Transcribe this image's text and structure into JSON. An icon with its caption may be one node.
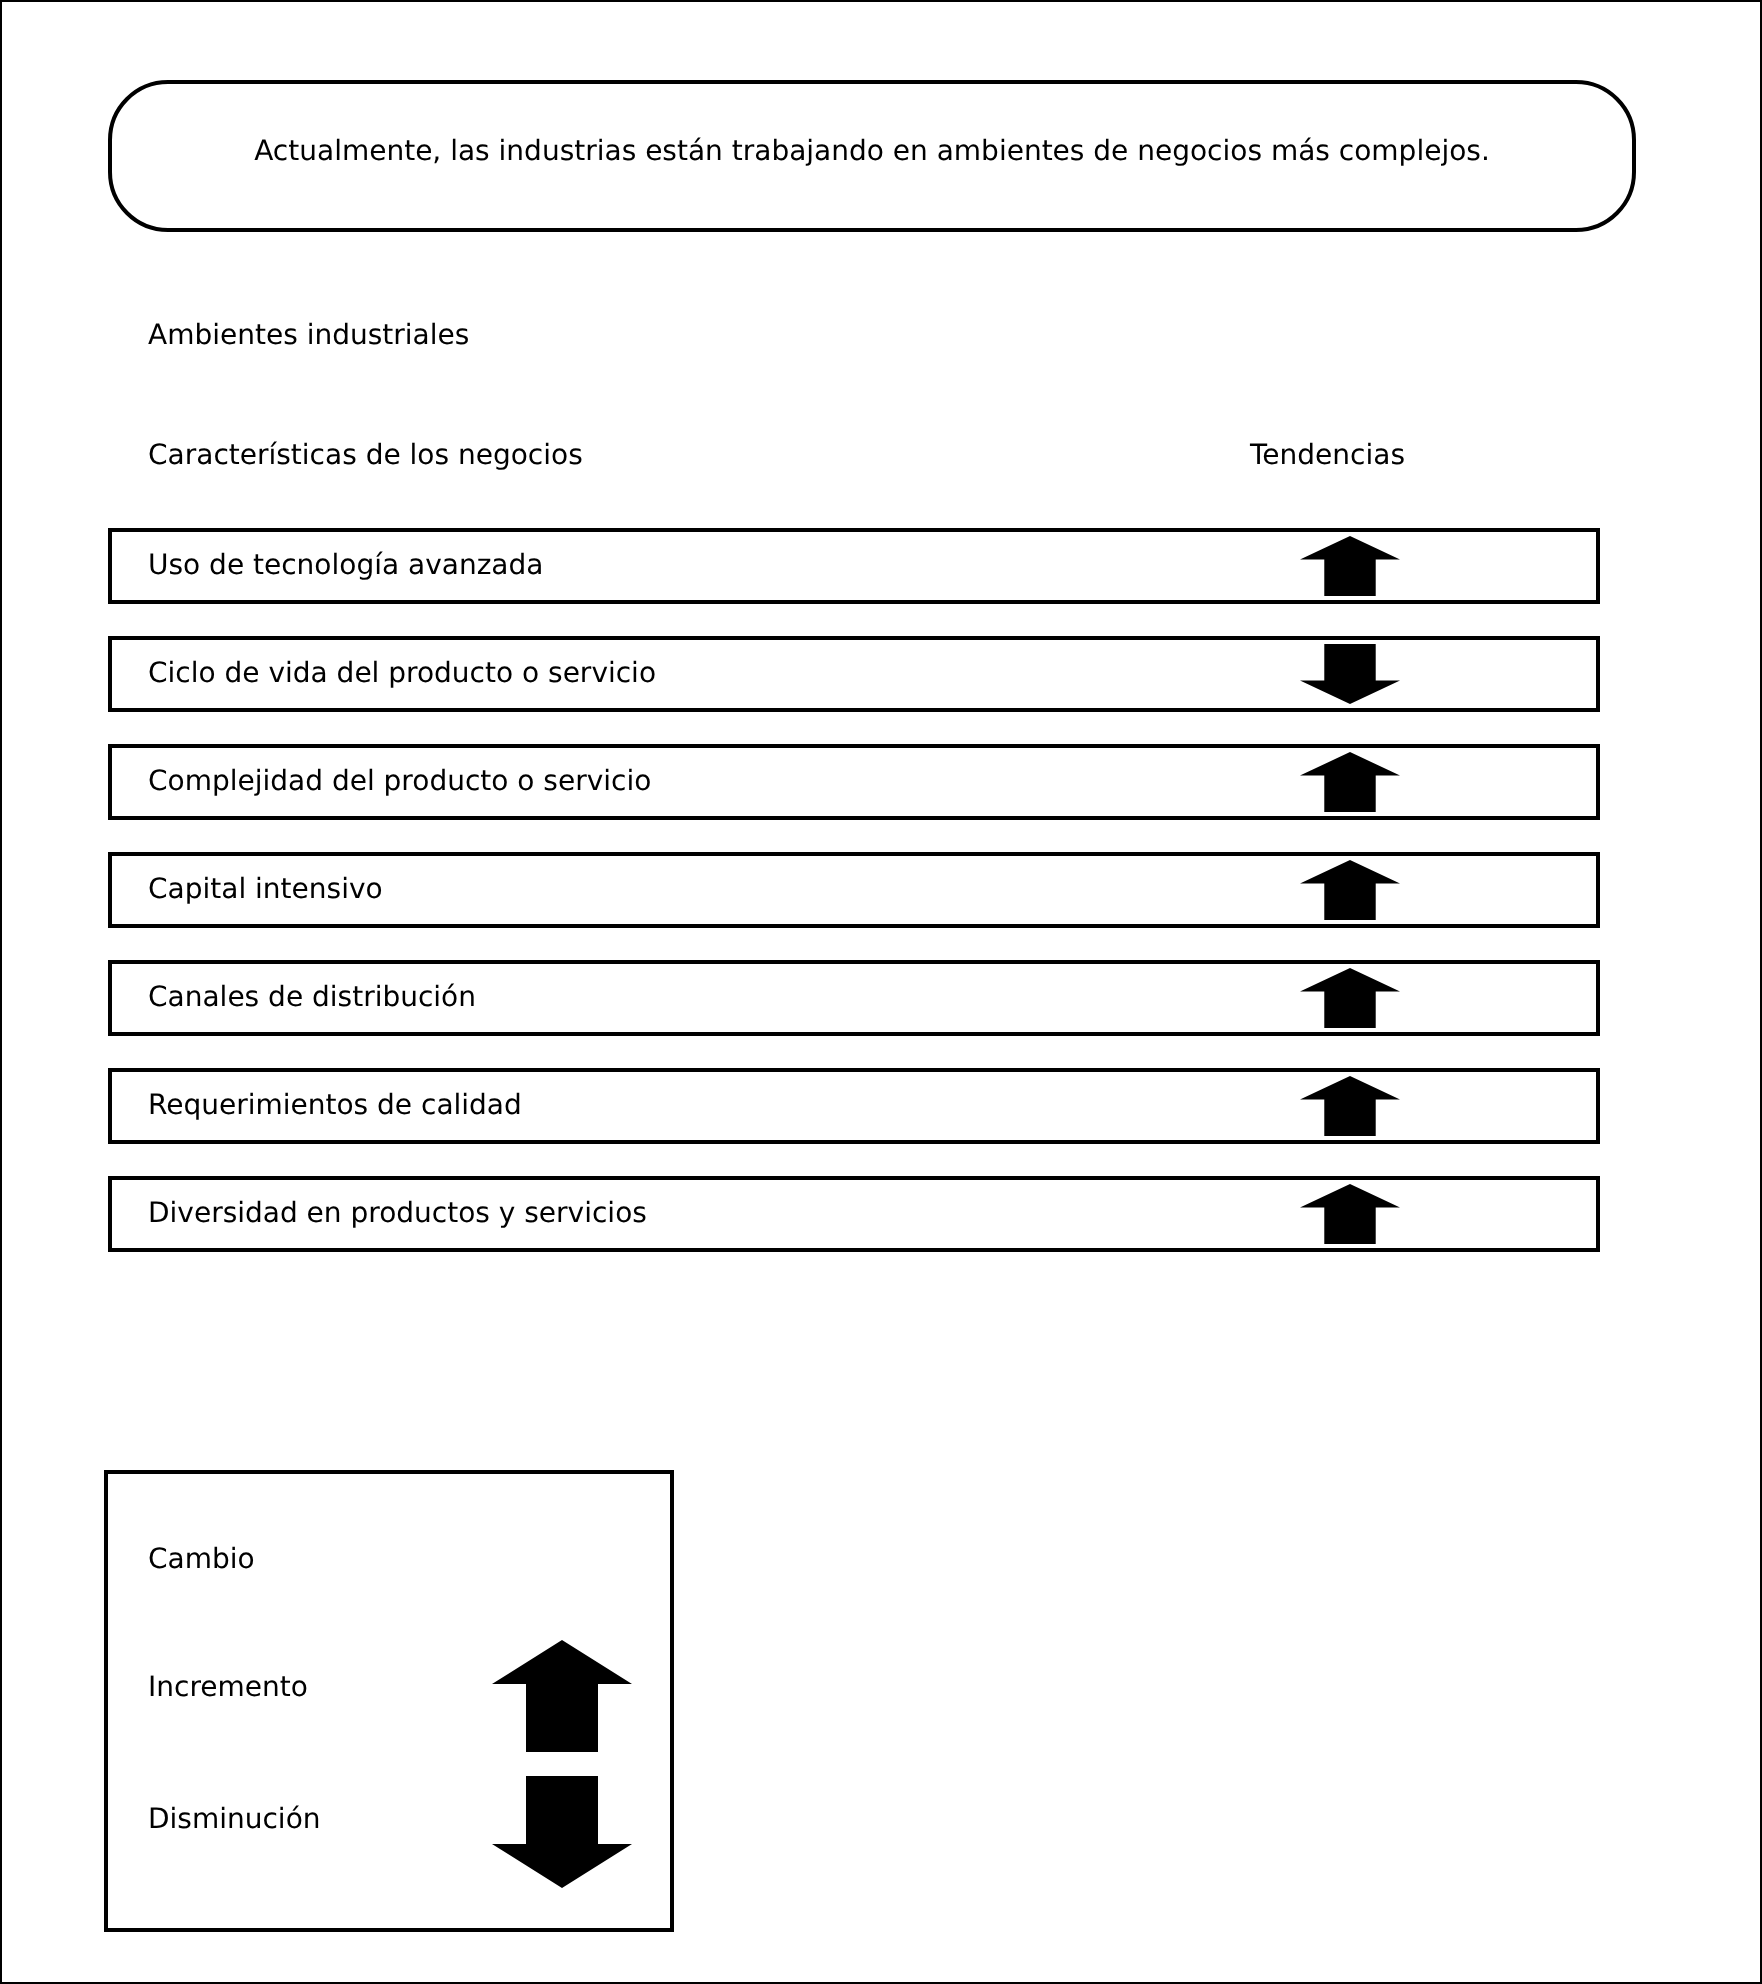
{
  "diagram": {
    "nodes": [
      {
        "text": [
          "Actualmente, las industrias están trabajando en ambientes de negocios más complejos."
        ]
      },
      {
        "text": [
          "Uso de tecnología avanzada"
        ]
      },
      {
        "text": [
          "Ciclo de vida del producto o servicio"
        ]
      },
      {
        "text": [
          "Complejidad del producto o servicio"
        ]
      },
      {
        "text": [
          "Capital intensivo"
        ]
      },
      {
        "text": [
          "Canales de distribución"
        ]
      },
      {
        "text": [
          "Requerimientos de calidad"
        ]
      },
      {
        "text": [
          "Diversidad en productos y servicios"
        ]
      }
    ],
    "labels": [
      "Ambientes industriales",
      "Características de los negocios",
      "Tendencias",
      "Cambio"
    ],
    "legend": [
      {
        "text": "Incremento"
      },
      {
        "text": "Disminución"
      }
    ]
  }
}
